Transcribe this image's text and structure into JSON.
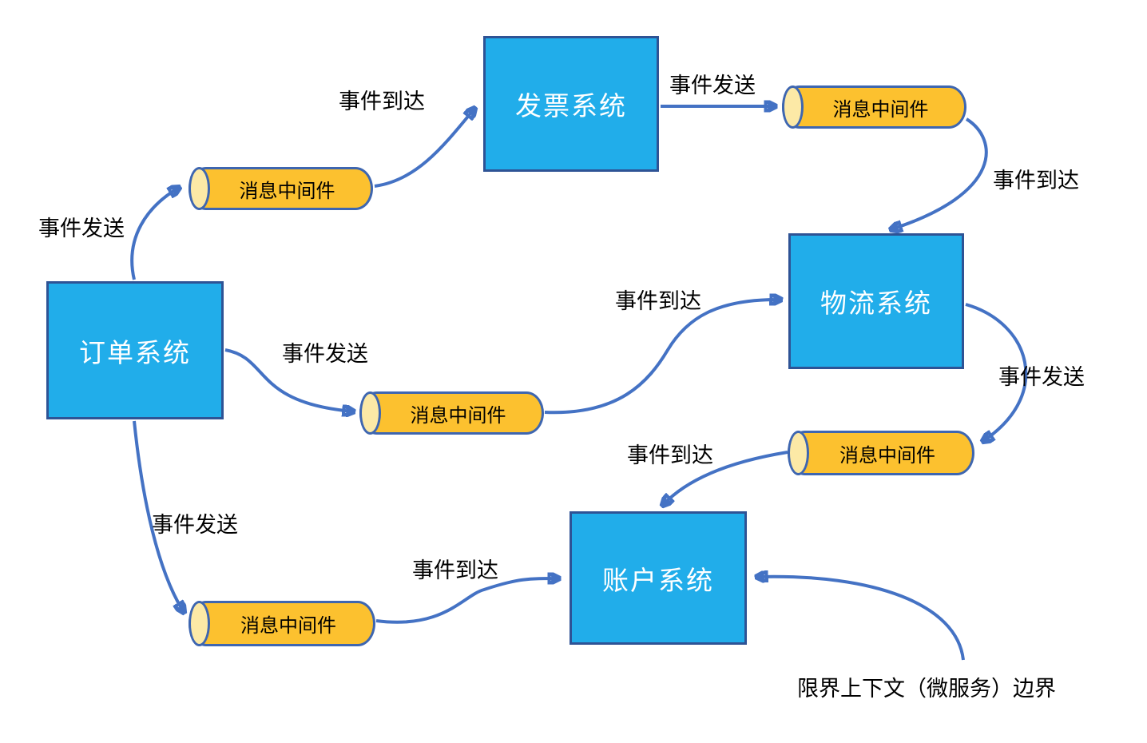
{
  "diagram": {
    "type": "event-driven-microservices-flow",
    "colors": {
      "system_box_fill": "#21ADEA",
      "system_box_border": "#2E5395",
      "system_box_text": "#FFFFFF",
      "cylinder_fill": "#FCC12F",
      "cylinder_cap_fill": "#FCE9A6",
      "cylinder_border": "#3E66B0",
      "arrow": "#4472C4",
      "label_text": "#000000",
      "background": "#FFFFFF"
    },
    "systems": [
      {
        "id": "order-system",
        "label": "订单系统"
      },
      {
        "id": "invoice-system",
        "label": "发票系统"
      },
      {
        "id": "logistics-system",
        "label": "物流系统"
      },
      {
        "id": "account-system",
        "label": "账户系统"
      }
    ],
    "middleware_label": "消息中间件",
    "middleware_instances": [
      {
        "id": "mw-top-left"
      },
      {
        "id": "mw-top-right"
      },
      {
        "id": "mw-middle"
      },
      {
        "id": "mw-right-lower"
      },
      {
        "id": "mw-bottom-left"
      }
    ],
    "edges": [
      {
        "from": "order-system",
        "to": "mw-top-left",
        "label": "事件发送"
      },
      {
        "from": "mw-top-left",
        "to": "invoice-system",
        "label": "事件到达"
      },
      {
        "from": "invoice-system",
        "to": "mw-top-right",
        "label": "事件发送"
      },
      {
        "from": "mw-top-right",
        "to": "logistics-system",
        "label": "事件到达"
      },
      {
        "from": "order-system",
        "to": "mw-middle",
        "label": "事件发送"
      },
      {
        "from": "mw-middle",
        "to": "logistics-system",
        "label": "事件到达"
      },
      {
        "from": "logistics-system",
        "to": "mw-right-lower",
        "label": "事件发送"
      },
      {
        "from": "mw-right-lower",
        "to": "account-system",
        "label": "事件到达"
      },
      {
        "from": "order-system",
        "to": "mw-bottom-left",
        "label": "事件发送"
      },
      {
        "from": "mw-bottom-left",
        "to": "account-system",
        "label": "事件到达"
      },
      {
        "from": "annotation",
        "to": "account-system",
        "label": ""
      }
    ],
    "annotation": "限界上下文（微服务）边界"
  }
}
